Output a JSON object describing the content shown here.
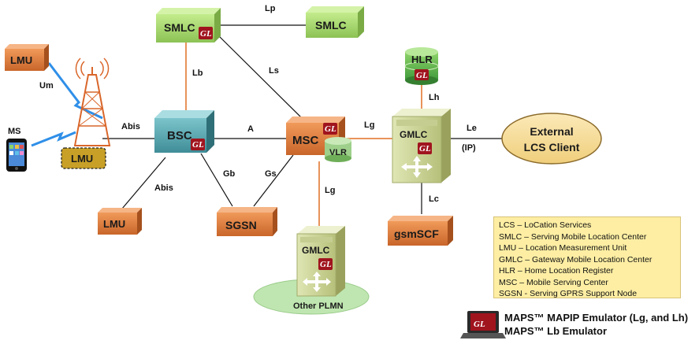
{
  "nodes": {
    "smlc_left": "SMLC",
    "smlc_right": "SMLC",
    "lmu_top": "LMU",
    "lmu_tower": "LMU",
    "lmu_bottom": "LMU",
    "ms": "MS",
    "bsc": "BSC",
    "msc": "MSC",
    "vlr": "VLR",
    "hlr": "HLR",
    "gmlc_main": "GMLC",
    "gmlc_other": "GMLC",
    "other_plmn": "Other PLMN",
    "sgsn": "SGSN",
    "gsmscf": "gsmSCF",
    "external_line1": "External",
    "external_line2": "LCS Client",
    "gl_badge": "GL"
  },
  "links": {
    "lp": "Lp",
    "lb": "Lb",
    "ls": "Ls",
    "um": "Um",
    "abis_top": "Abis",
    "abis_bottom": "Abis",
    "a": "A",
    "lg_top": "Lg",
    "lg_bottom": "Lg",
    "lh": "Lh",
    "le": "Le",
    "ip": "(IP)",
    "gb": "Gb",
    "gs": "Gs",
    "lc": "Lc"
  },
  "legend": [
    "LCS – LoCation Services",
    "SMLC – Serving Mobile Location Center",
    "LMU – Location Measurement Unit",
    "GMLC – Gateway Mobile Location Center",
    "HLR – Home Location Register",
    "MSC – Mobile Serving Center",
    "SGSN - Serving GPRS Support Node"
  ],
  "products": {
    "line1": "MAPS™ MAPIP Emulator (Lg, and Lh)",
    "line2": "MAPS™ Lb Emulator"
  },
  "colors": {
    "orange": "#e07b39",
    "green": "#a8d86e",
    "teal": "#5aa6b0",
    "olive": "#cfd79a",
    "gl_red": "#a0141e",
    "legend_bg": "#fdeea3",
    "external_bg": "#f5dfa0",
    "plmn_bg": "#bfe6b0"
  }
}
